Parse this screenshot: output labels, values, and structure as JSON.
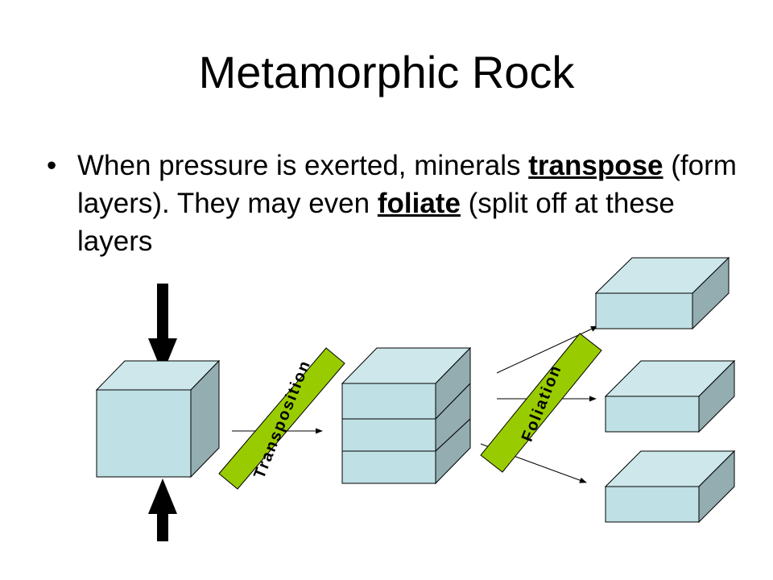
{
  "title": "Metamorphic Rock",
  "bullet": {
    "marker": "•",
    "before_term1": "When pressure is exerted, minerals ",
    "term1": "transpose",
    "between": " (form layers).  They may even ",
    "term2": "foliate",
    "after_term2": " (split off at these layers"
  },
  "diagram": {
    "process1_label": "Transposition",
    "process2_label": "Foliation",
    "colors": {
      "block_front": "#bfe0e4",
      "block_top": "#cde7ea",
      "block_side": "#93adb0",
      "label_band": "#99cc00",
      "arrow": "#000000"
    }
  }
}
